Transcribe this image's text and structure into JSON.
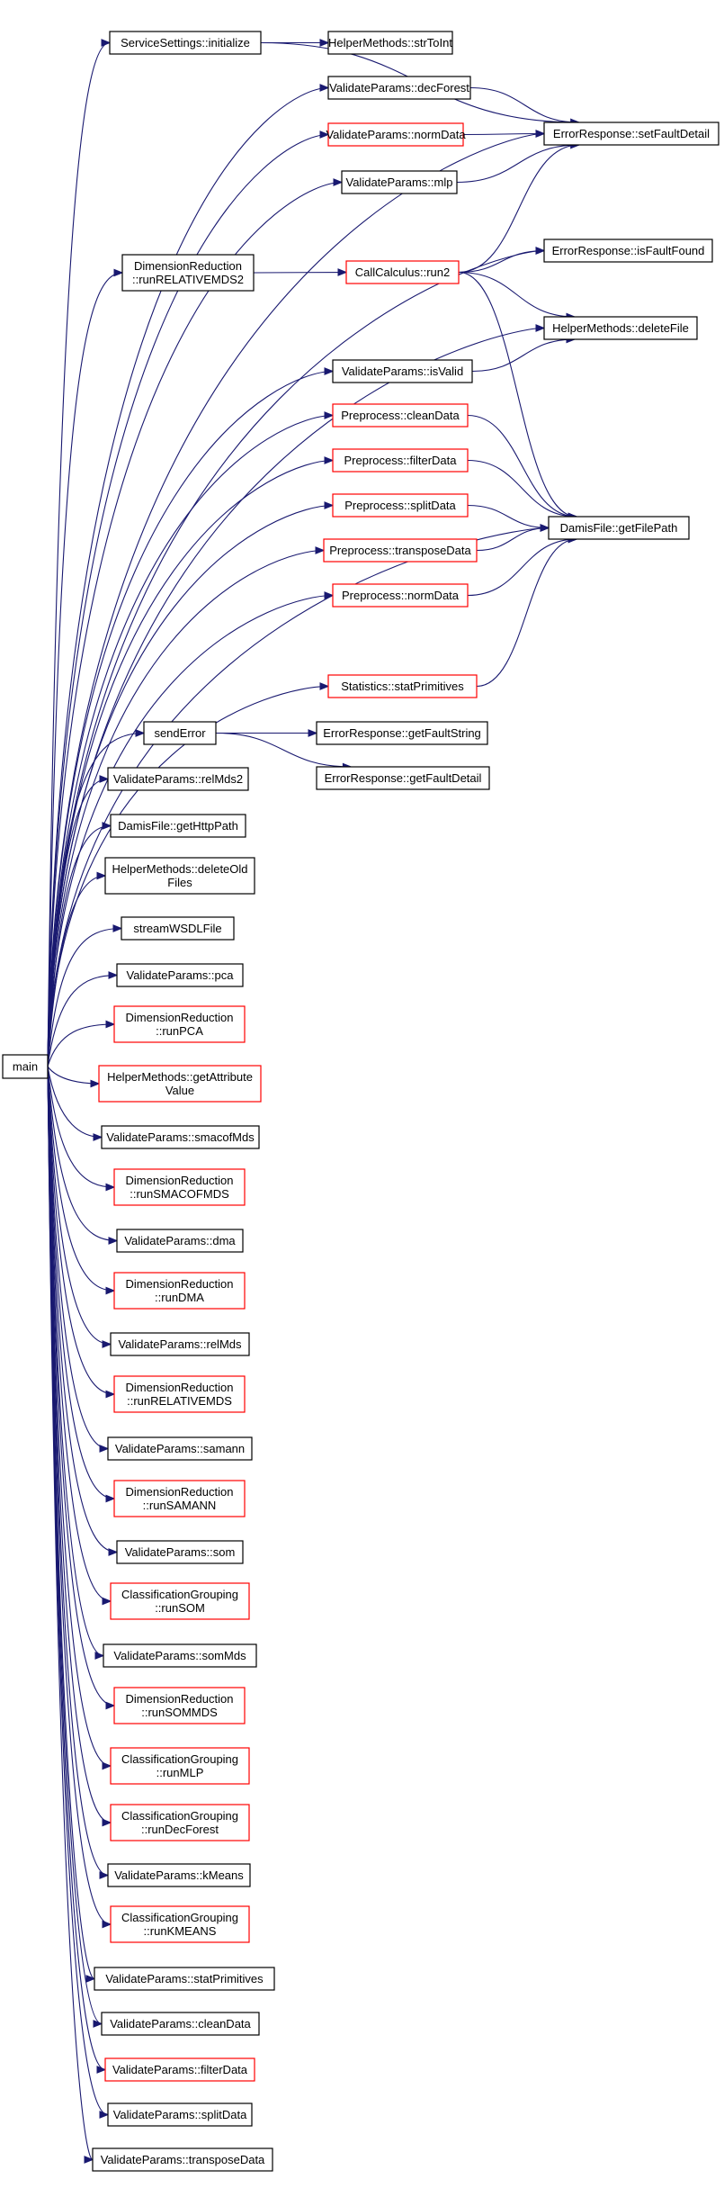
{
  "colors": {
    "edge": "#191970",
    "border_normal": "#000000",
    "border_truncated": "#ff0000",
    "root_fill": "#bfbfbf"
  },
  "nodes": [
    {
      "id": "main",
      "lines": [
        "main"
      ],
      "style": "root"
    },
    {
      "id": "svc_init",
      "lines": [
        "ServiceSettings::initialize"
      ],
      "style": "normal"
    },
    {
      "id": "strToInt",
      "lines": [
        "HelperMethods::strToInt"
      ],
      "style": "normal"
    },
    {
      "id": "vp_decForest",
      "lines": [
        "ValidateParams::decForest"
      ],
      "style": "normal"
    },
    {
      "id": "vp_normData",
      "lines": [
        "ValidateParams::normData"
      ],
      "style": "truncated"
    },
    {
      "id": "vp_mlp",
      "lines": [
        "ValidateParams::mlp"
      ],
      "style": "normal"
    },
    {
      "id": "setFaultDetail",
      "lines": [
        "ErrorResponse::setFaultDetail"
      ],
      "style": "normal"
    },
    {
      "id": "isFaultFound",
      "lines": [
        "ErrorResponse::isFaultFound"
      ],
      "style": "normal"
    },
    {
      "id": "dr_runRelMDS2",
      "lines": [
        "DimensionReduction",
        "::runRELATIVEMDS2"
      ],
      "style": "normal"
    },
    {
      "id": "cc_run2",
      "lines": [
        "CallCalculus::run2"
      ],
      "style": "truncated"
    },
    {
      "id": "deleteFile",
      "lines": [
        "HelperMethods::deleteFile"
      ],
      "style": "normal"
    },
    {
      "id": "vp_isValid",
      "lines": [
        "ValidateParams::isValid"
      ],
      "style": "normal"
    },
    {
      "id": "pp_cleanData",
      "lines": [
        "Preprocess::cleanData"
      ],
      "style": "truncated"
    },
    {
      "id": "pp_filterData",
      "lines": [
        "Preprocess::filterData"
      ],
      "style": "truncated"
    },
    {
      "id": "pp_splitData",
      "lines": [
        "Preprocess::splitData"
      ],
      "style": "truncated"
    },
    {
      "id": "pp_transposeData",
      "lines": [
        "Preprocess::transposeData"
      ],
      "style": "truncated"
    },
    {
      "id": "pp_normData",
      "lines": [
        "Preprocess::normData"
      ],
      "style": "truncated"
    },
    {
      "id": "getFilePath",
      "lines": [
        "DamisFile::getFilePath"
      ],
      "style": "normal"
    },
    {
      "id": "stat_prims",
      "lines": [
        "Statistics::statPrimitives"
      ],
      "style": "truncated"
    },
    {
      "id": "sendError",
      "lines": [
        "sendError"
      ],
      "style": "normal"
    },
    {
      "id": "getFaultString",
      "lines": [
        "ErrorResponse::getFaultString"
      ],
      "style": "normal"
    },
    {
      "id": "getFaultDetail",
      "lines": [
        "ErrorResponse::getFaultDetail"
      ],
      "style": "normal"
    },
    {
      "id": "vp_relMds2",
      "lines": [
        "ValidateParams::relMds2"
      ],
      "style": "normal"
    },
    {
      "id": "getHttpPath",
      "lines": [
        "DamisFile::getHttpPath"
      ],
      "style": "normal"
    },
    {
      "id": "deleteOldFiles",
      "lines": [
        "HelperMethods::deleteOld",
        "Files"
      ],
      "style": "normal"
    },
    {
      "id": "streamWSDL",
      "lines": [
        "streamWSDLFile"
      ],
      "style": "normal"
    },
    {
      "id": "vp_pca",
      "lines": [
        "ValidateParams::pca"
      ],
      "style": "normal"
    },
    {
      "id": "dr_runPCA",
      "lines": [
        "DimensionReduction",
        "::runPCA"
      ],
      "style": "truncated"
    },
    {
      "id": "getAttrValue",
      "lines": [
        "HelperMethods::getAttribute",
        "Value"
      ],
      "style": "truncated"
    },
    {
      "id": "vp_smacofMds",
      "lines": [
        "ValidateParams::smacofMds"
      ],
      "style": "normal"
    },
    {
      "id": "dr_runSMACOF",
      "lines": [
        "DimensionReduction",
        "::runSMACOFMDS"
      ],
      "style": "truncated"
    },
    {
      "id": "vp_dma",
      "lines": [
        "ValidateParams::dma"
      ],
      "style": "normal"
    },
    {
      "id": "dr_runDMA",
      "lines": [
        "DimensionReduction",
        "::runDMA"
      ],
      "style": "truncated"
    },
    {
      "id": "vp_relMds",
      "lines": [
        "ValidateParams::relMds"
      ],
      "style": "normal"
    },
    {
      "id": "dr_runRelMDS",
      "lines": [
        "DimensionReduction",
        "::runRELATIVEMDS"
      ],
      "style": "truncated"
    },
    {
      "id": "vp_samann",
      "lines": [
        "ValidateParams::samann"
      ],
      "style": "normal"
    },
    {
      "id": "dr_runSAMANN",
      "lines": [
        "DimensionReduction",
        "::runSAMANN"
      ],
      "style": "truncated"
    },
    {
      "id": "vp_som",
      "lines": [
        "ValidateParams::som"
      ],
      "style": "normal"
    },
    {
      "id": "cg_runSOM",
      "lines": [
        "ClassificationGrouping",
        "::runSOM"
      ],
      "style": "truncated"
    },
    {
      "id": "vp_somMds",
      "lines": [
        "ValidateParams::somMds"
      ],
      "style": "normal"
    },
    {
      "id": "dr_runSOMMDS",
      "lines": [
        "DimensionReduction",
        "::runSOMMDS"
      ],
      "style": "truncated"
    },
    {
      "id": "cg_runMLP",
      "lines": [
        "ClassificationGrouping",
        "::runMLP"
      ],
      "style": "truncated"
    },
    {
      "id": "cg_runDecForest",
      "lines": [
        "ClassificationGrouping",
        "::runDecForest"
      ],
      "style": "truncated"
    },
    {
      "id": "vp_kMeans",
      "lines": [
        "ValidateParams::kMeans"
      ],
      "style": "normal"
    },
    {
      "id": "cg_runKMEANS",
      "lines": [
        "ClassificationGrouping",
        "::runKMEANS"
      ],
      "style": "truncated"
    },
    {
      "id": "vp_statPrims",
      "lines": [
        "ValidateParams::statPrimitives"
      ],
      "style": "normal"
    },
    {
      "id": "vp_cleanData",
      "lines": [
        "ValidateParams::cleanData"
      ],
      "style": "normal"
    },
    {
      "id": "vp_filterData",
      "lines": [
        "ValidateParams::filterData"
      ],
      "style": "truncated"
    },
    {
      "id": "vp_splitData",
      "lines": [
        "ValidateParams::splitData"
      ],
      "style": "normal"
    },
    {
      "id": "vp_transposeData",
      "lines": [
        "ValidateParams::transposeData"
      ],
      "style": "normal"
    }
  ],
  "edges": [
    [
      "main",
      "svc_init"
    ],
    [
      "main",
      "vp_decForest"
    ],
    [
      "main",
      "vp_normData"
    ],
    [
      "main",
      "vp_mlp"
    ],
    [
      "main",
      "setFaultDetail"
    ],
    [
      "main",
      "isFaultFound"
    ],
    [
      "main",
      "dr_runRelMDS2"
    ],
    [
      "main",
      "deleteFile"
    ],
    [
      "main",
      "vp_isValid"
    ],
    [
      "main",
      "pp_cleanData"
    ],
    [
      "main",
      "pp_filterData"
    ],
    [
      "main",
      "pp_splitData"
    ],
    [
      "main",
      "pp_transposeData"
    ],
    [
      "main",
      "pp_normData"
    ],
    [
      "main",
      "getFilePath"
    ],
    [
      "main",
      "stat_prims"
    ],
    [
      "main",
      "sendError"
    ],
    [
      "main",
      "vp_relMds2"
    ],
    [
      "main",
      "getHttpPath"
    ],
    [
      "main",
      "deleteOldFiles"
    ],
    [
      "main",
      "streamWSDL"
    ],
    [
      "main",
      "vp_pca"
    ],
    [
      "main",
      "dr_runPCA"
    ],
    [
      "main",
      "getAttrValue"
    ],
    [
      "main",
      "vp_smacofMds"
    ],
    [
      "main",
      "dr_runSMACOF"
    ],
    [
      "main",
      "vp_dma"
    ],
    [
      "main",
      "dr_runDMA"
    ],
    [
      "main",
      "vp_relMds"
    ],
    [
      "main",
      "dr_runRelMDS"
    ],
    [
      "main",
      "vp_samann"
    ],
    [
      "main",
      "dr_runSAMANN"
    ],
    [
      "main",
      "vp_som"
    ],
    [
      "main",
      "cg_runSOM"
    ],
    [
      "main",
      "vp_somMds"
    ],
    [
      "main",
      "dr_runSOMMDS"
    ],
    [
      "main",
      "cg_runMLP"
    ],
    [
      "main",
      "cg_runDecForest"
    ],
    [
      "main",
      "vp_kMeans"
    ],
    [
      "main",
      "cg_runKMEANS"
    ],
    [
      "main",
      "vp_statPrims"
    ],
    [
      "main",
      "vp_cleanData"
    ],
    [
      "main",
      "vp_filterData"
    ],
    [
      "main",
      "vp_splitData"
    ],
    [
      "main",
      "vp_transposeData"
    ],
    [
      "svc_init",
      "strToInt"
    ],
    [
      "svc_init",
      "setFaultDetail"
    ],
    [
      "vp_decForest",
      "setFaultDetail"
    ],
    [
      "vp_normData",
      "setFaultDetail"
    ],
    [
      "vp_mlp",
      "setFaultDetail"
    ],
    [
      "dr_runRelMDS2",
      "cc_run2"
    ],
    [
      "cc_run2",
      "setFaultDetail"
    ],
    [
      "cc_run2",
      "isFaultFound"
    ],
    [
      "cc_run2",
      "deleteFile"
    ],
    [
      "cc_run2",
      "getFilePath"
    ],
    [
      "vp_isValid",
      "deleteFile"
    ],
    [
      "pp_cleanData",
      "getFilePath"
    ],
    [
      "pp_filterData",
      "getFilePath"
    ],
    [
      "pp_splitData",
      "getFilePath"
    ],
    [
      "pp_transposeData",
      "getFilePath"
    ],
    [
      "pp_normData",
      "getFilePath"
    ],
    [
      "stat_prims",
      "getFilePath"
    ],
    [
      "sendError",
      "getFaultString"
    ],
    [
      "sendError",
      "getFaultDetail"
    ]
  ]
}
